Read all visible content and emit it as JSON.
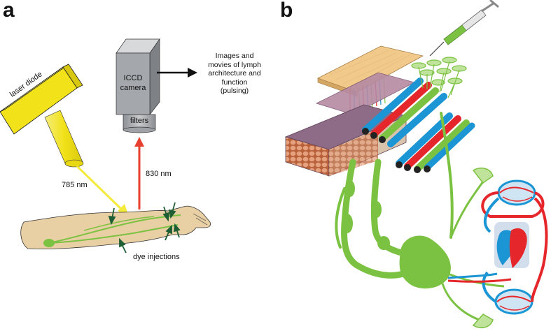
{
  "panel_a": {
    "label": "a",
    "laser_label": "laser diode",
    "camera_label_line1": "ICCD",
    "camera_label_line2": "camera",
    "filters_label": "filters",
    "output_text": [
      "Images and",
      "movies of lymph",
      "architecture and",
      "function",
      "(pulsing)"
    ],
    "excitation_wavelength": "785 nm",
    "emission_wavelength": "830 nm",
    "injection_label": "dye injections"
  },
  "panel_b": {
    "label": "b"
  },
  "colors": {
    "laser_yellow": "#f2e21a",
    "beam_yellow": "#f4ea3c",
    "emission_red": "#e8402e",
    "lymph_green": "#7cc242",
    "artery_red": "#e5262b",
    "vein_blue": "#1b95d3",
    "skin_tan": "#e9cfa4",
    "camera_gray": "#9ea1a5",
    "arrow_dark_green": "#1f5e34",
    "tissue_brown": "#c9754a"
  }
}
